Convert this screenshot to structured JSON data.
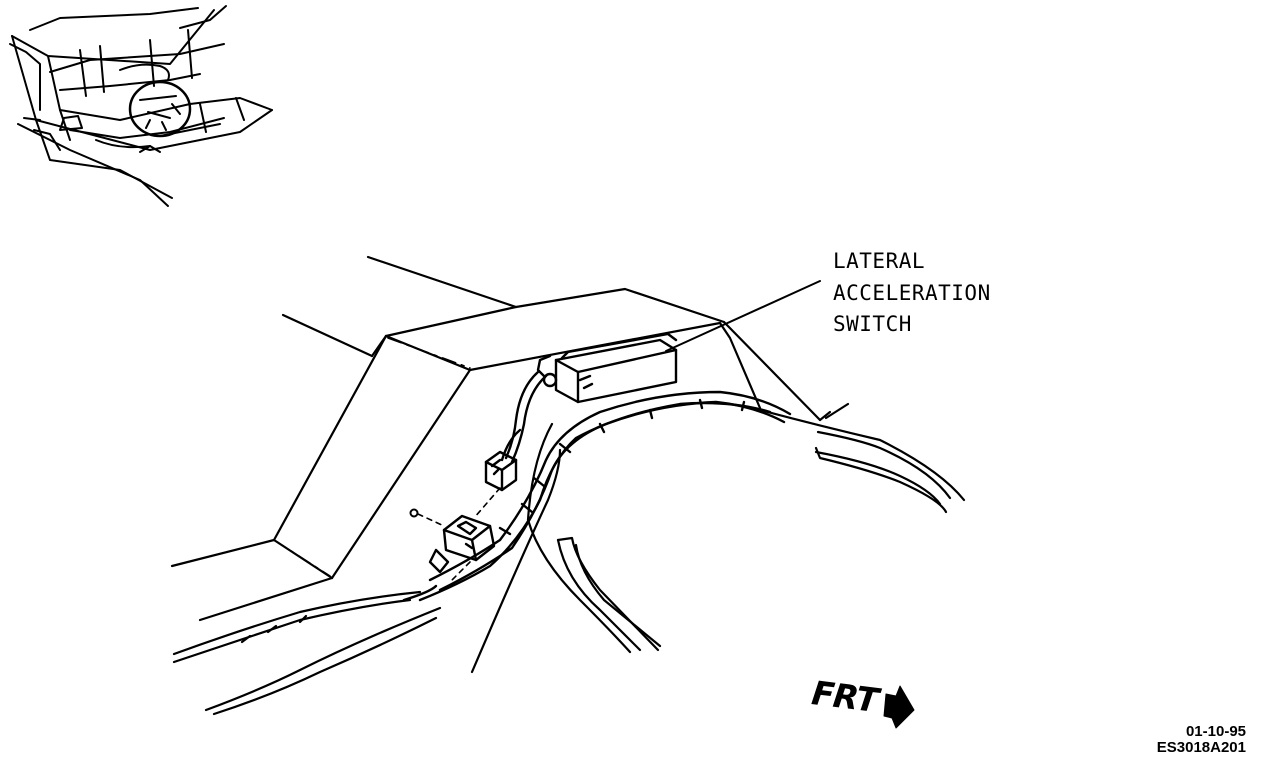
{
  "callout": {
    "line1": "LATERAL",
    "line2": "ACCELERATION",
    "line3": "SWITCH"
  },
  "direction_label": "FRT",
  "stamp": {
    "date": "01-10-95",
    "code": "ES3018A201"
  }
}
